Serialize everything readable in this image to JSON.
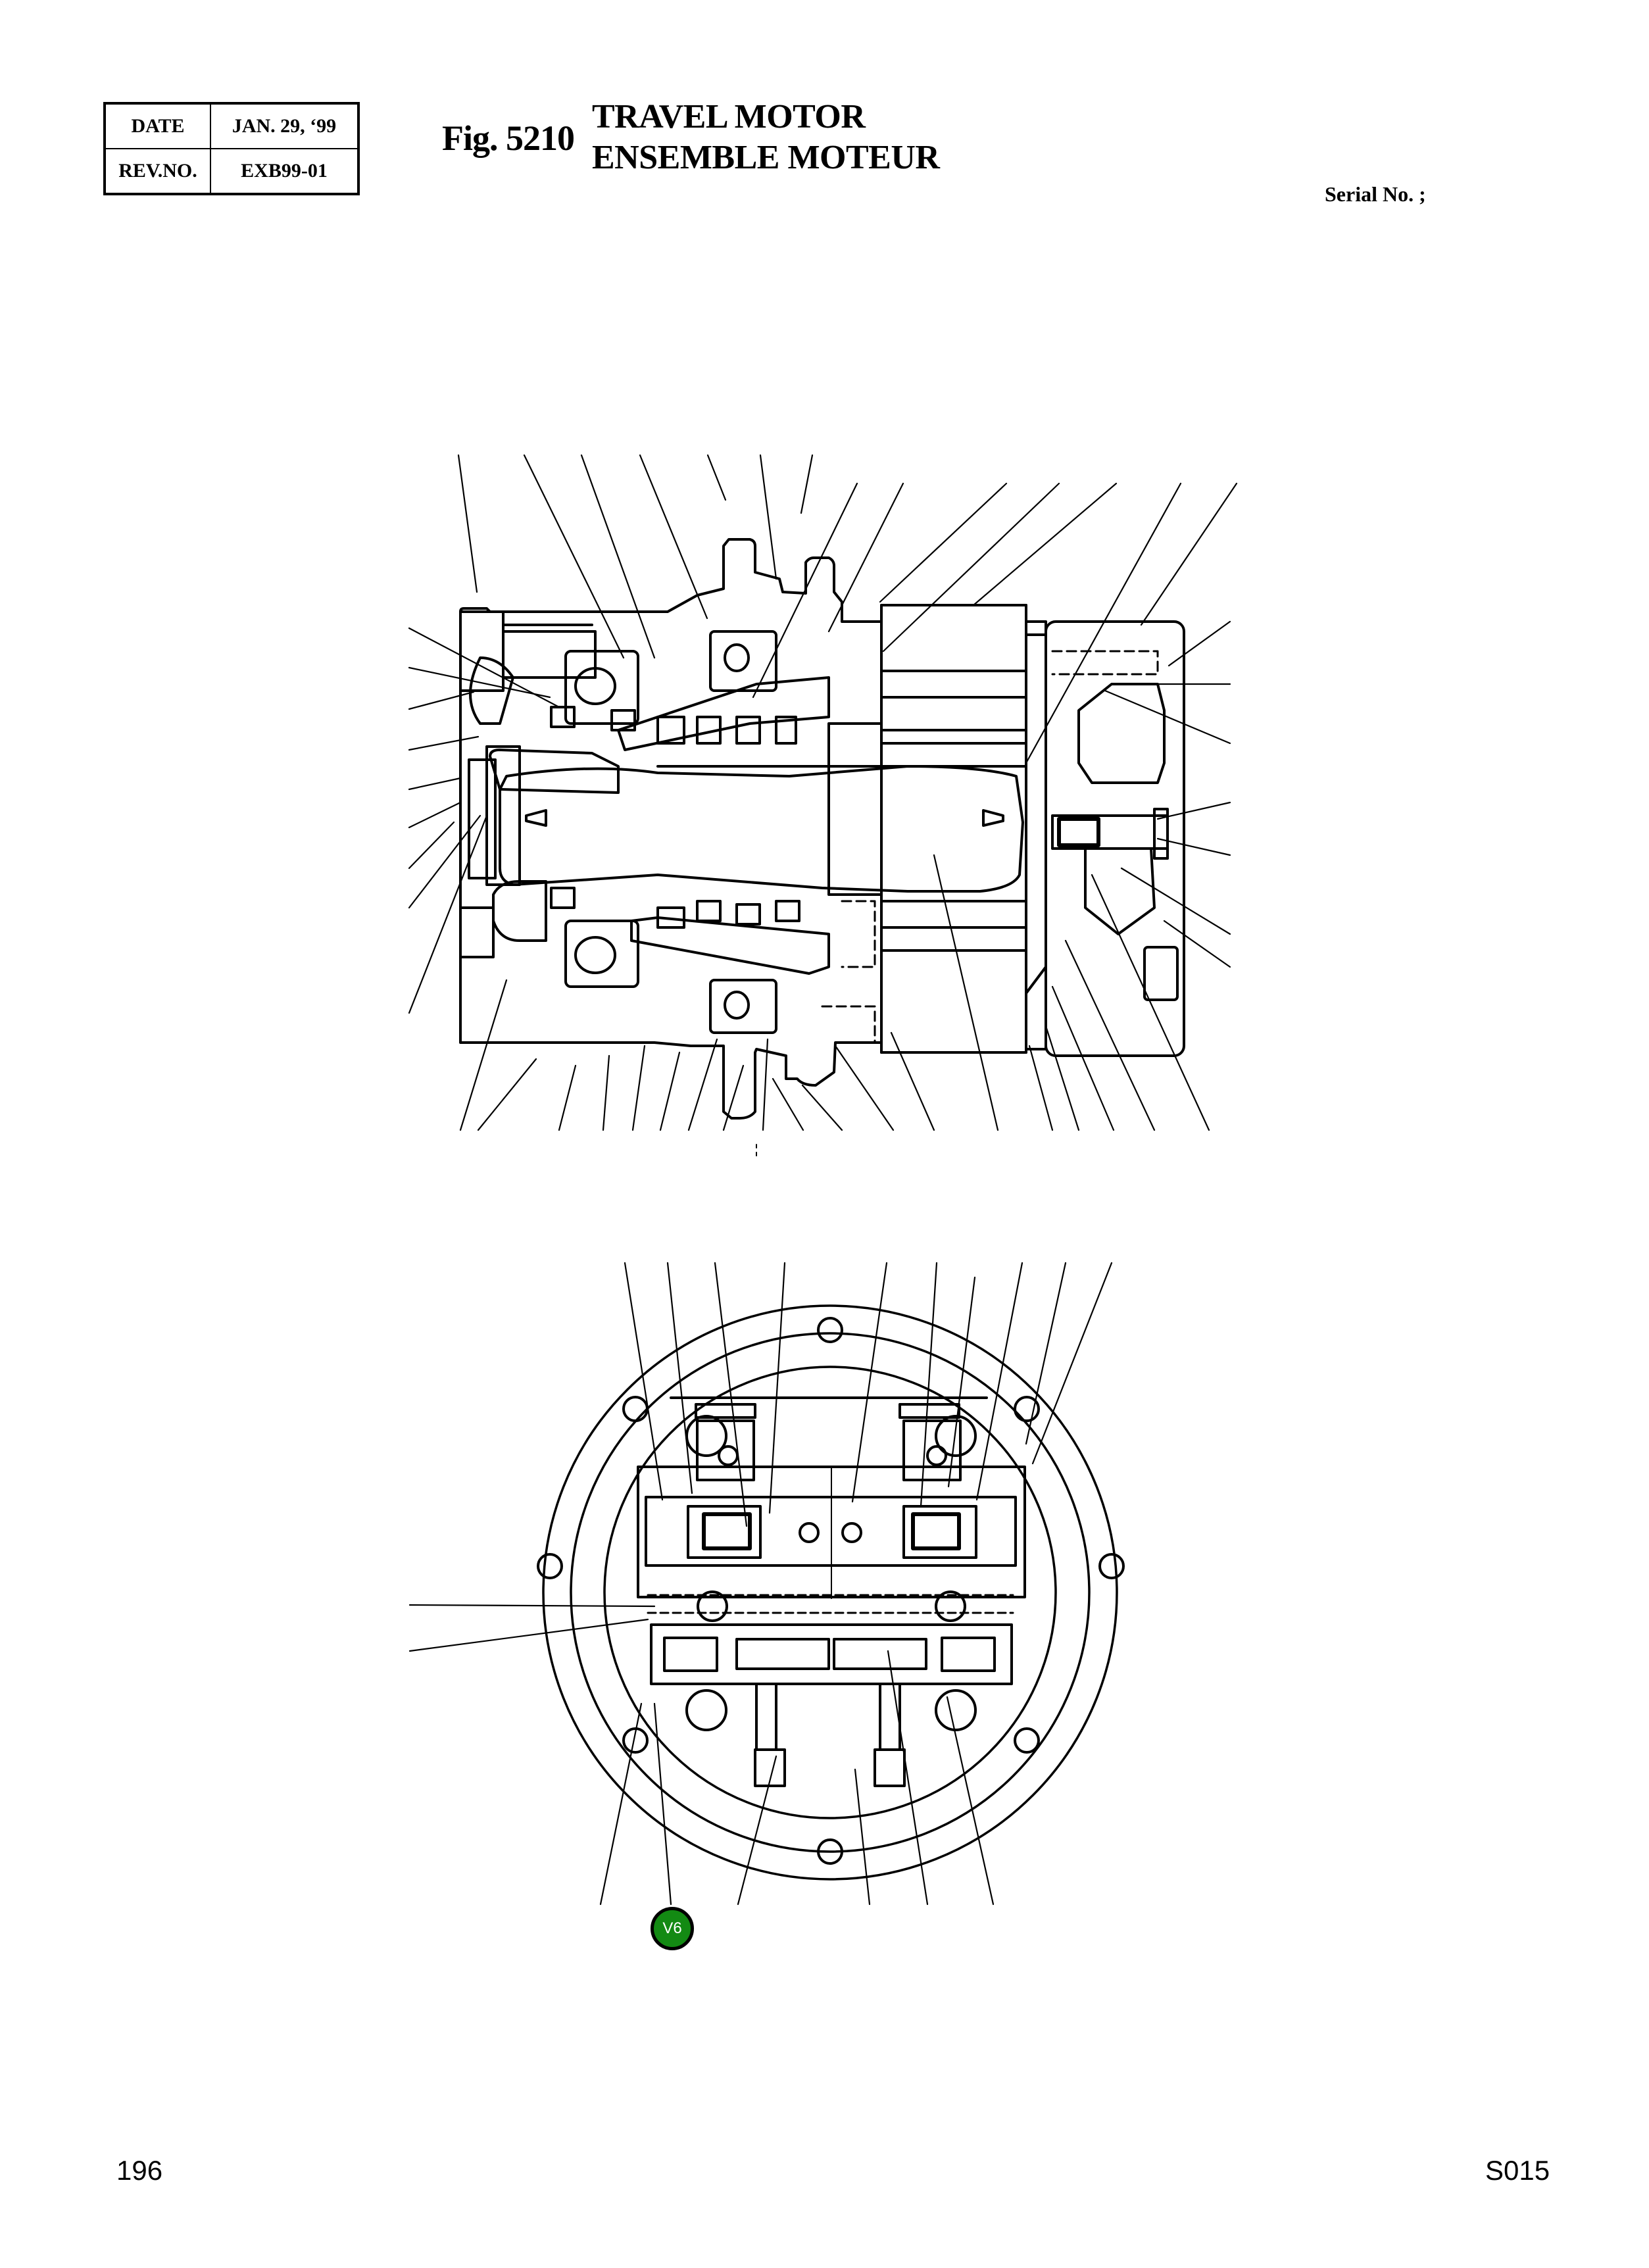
{
  "header": {
    "revision_table": {
      "rows": [
        {
          "label": "DATE",
          "value": "JAN. 29, ‘99"
        },
        {
          "label": "REV.NO.",
          "value": "EXB99-01"
        }
      ]
    },
    "figure_number": "Fig. 5210",
    "title_en": "TRAVEL MOTOR",
    "title_fr": "ENSEMBLE MOTEUR",
    "serial_label": "Serial No. ;"
  },
  "drawings": [
    {
      "name": "travel-motor-side-section",
      "description": "Sectional side view of travel motor with leader lines"
    },
    {
      "name": "travel-motor-end-view",
      "description": "End view of travel motor valve block with flange and bolt holes"
    }
  ],
  "callouts": [
    {
      "label": "V6",
      "color": "#138a13"
    }
  ],
  "footer": {
    "page_number": "196",
    "section_code": "S015"
  }
}
